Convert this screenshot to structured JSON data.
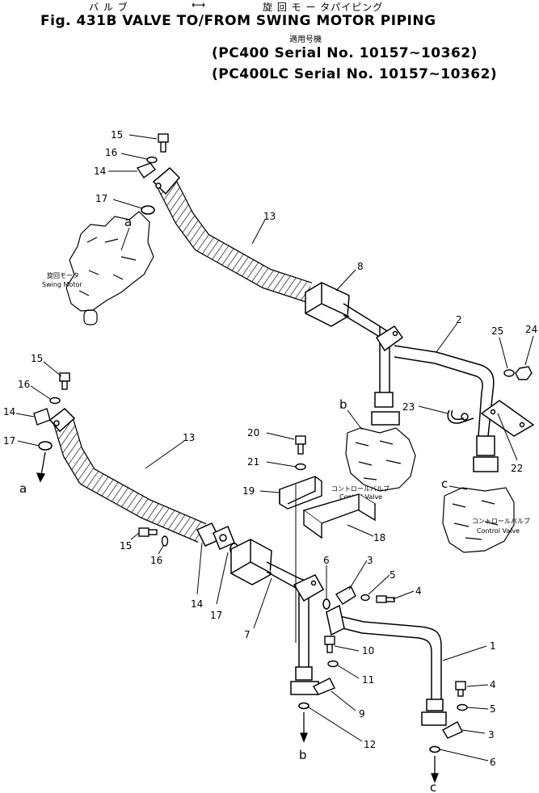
{
  "header": {
    "kana_left": "バ ル ブ",
    "kana_arrow": "⟷",
    "kana_right": "旋  回  モ ー タパイピング",
    "fig_title": "Fig. 431B VALVE TO/FROM SWING MOTOR PIPING",
    "applicable_label": "適用号機",
    "serial_line_1": "(PC400    Serial No. 10157~10362)",
    "serial_line_2": "(PC400LC Serial No. 10157~10362)"
  },
  "components": {
    "swing_motor_jp": "旋回モータ",
    "swing_motor_en": "Swing Motor",
    "control_valve_1_jp": "コントロールバルブ",
    "control_valve_1_en": "Control Valve",
    "control_valve_2_jp": "コントロールバルブ",
    "control_valve_2_en": "Control Valve"
  },
  "callouts": [
    {
      "id": "c15a",
      "label": "15"
    },
    {
      "id": "c16a",
      "label": "16"
    },
    {
      "id": "c14a",
      "label": "14"
    },
    {
      "id": "c17a",
      "label": "17"
    },
    {
      "id": "ca1",
      "label": "a"
    },
    {
      "id": "c13a",
      "label": "13"
    },
    {
      "id": "c8",
      "label": "8"
    },
    {
      "id": "c2",
      "label": "2"
    },
    {
      "id": "c25",
      "label": "25"
    },
    {
      "id": "c24",
      "label": "24"
    },
    {
      "id": "cb1",
      "label": "b"
    },
    {
      "id": "c23",
      "label": "23"
    },
    {
      "id": "c22",
      "label": "22"
    },
    {
      "id": "cc1",
      "label": "c"
    },
    {
      "id": "c15b",
      "label": "15"
    },
    {
      "id": "c16b",
      "label": "16"
    },
    {
      "id": "c14b",
      "label": "14"
    },
    {
      "id": "c17b",
      "label": "17"
    },
    {
      "id": "ca2",
      "label": "a"
    },
    {
      "id": "c13b",
      "label": "13"
    },
    {
      "id": "c20",
      "label": "20"
    },
    {
      "id": "c21",
      "label": "21"
    },
    {
      "id": "c19",
      "label": "19"
    },
    {
      "id": "c18",
      "label": "18"
    },
    {
      "id": "c15c",
      "label": "15"
    },
    {
      "id": "c16c",
      "label": "16"
    },
    {
      "id": "c14c",
      "label": "14"
    },
    {
      "id": "c17c",
      "label": "17"
    },
    {
      "id": "c7",
      "label": "7"
    },
    {
      "id": "c6a",
      "label": "6"
    },
    {
      "id": "c3a",
      "label": "3"
    },
    {
      "id": "c5a",
      "label": "5"
    },
    {
      "id": "c4a",
      "label": "4"
    },
    {
      "id": "c1",
      "label": "1"
    },
    {
      "id": "c10",
      "label": "10"
    },
    {
      "id": "c11",
      "label": "11"
    },
    {
      "id": "c9",
      "label": "9"
    },
    {
      "id": "c12",
      "label": "12"
    },
    {
      "id": "cb2",
      "label": "b"
    },
    {
      "id": "c4b",
      "label": "4"
    },
    {
      "id": "c5b",
      "label": "5"
    },
    {
      "id": "c3b",
      "label": "3"
    },
    {
      "id": "c6b",
      "label": "6"
    },
    {
      "id": "cc2",
      "label": "c"
    }
  ]
}
